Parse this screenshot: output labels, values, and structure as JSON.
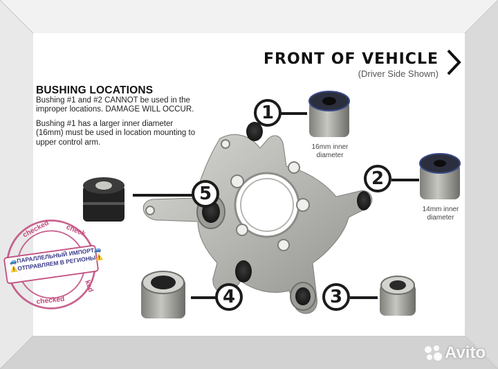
{
  "header": {
    "title": "FRONT OF VEHICLE",
    "subtitle": "(Driver Side Shown)"
  },
  "notes": {
    "heading": "BUSHING LOCATIONS",
    "paragraph1": "Bushing #1 and #2 CANNOT be used in the improper locations. DAMAGE WILL OCCUR.",
    "paragraph2": "Bushing #1 has a larger inner diameter (16mm) must be used in location mounting to upper control arm."
  },
  "badges": {
    "b1": "1",
    "b2": "2",
    "b3": "3",
    "b4": "4",
    "b5": "5"
  },
  "captions": {
    "c1_line1": "16mm inner",
    "c1_line2": "diameter",
    "c2_line1": "14mm inner",
    "c2_line2": "diameter"
  },
  "stamp": {
    "ring_top_left": "checked",
    "ring_top_right": "check",
    "ring_bottom": "checked",
    "ring_right": "ked",
    "line1": "🚙ПАРАЛЛЕЛЬНЫЙ ИМПОРТ🚙",
    "line2": "⚠️ОТПРАВЛЯЕМ В РЕГИОНЫ⚠️"
  },
  "watermark": {
    "brand": "Avito"
  },
  "colors": {
    "frame": "#d9d9d9",
    "ink": "#1b1b1b",
    "stamp": "#c0497c",
    "stamp_band": "#5a6fc9",
    "knuckle": "#b9b9b5"
  }
}
